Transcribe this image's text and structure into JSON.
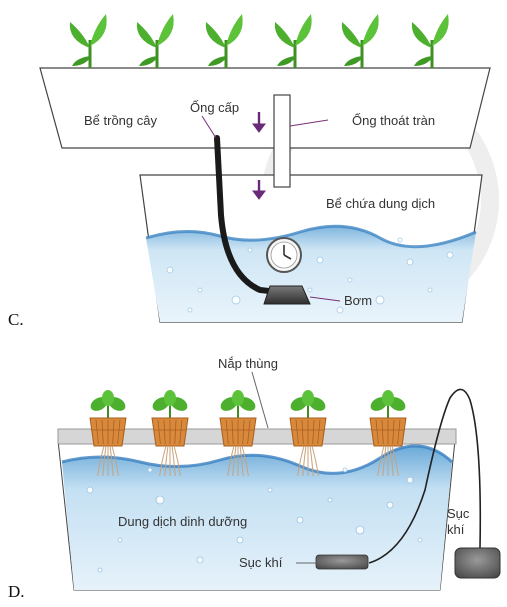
{
  "diagrams": [
    {
      "option_label": "C.",
      "labels": {
        "grow_bed": "Bể trồng cây",
        "supply_pipe": "Ống cấp",
        "overflow_pipe": "Ống thoát tràn",
        "solution_tank": "Bể chứa dung dịch",
        "pump": "Bơm"
      },
      "icons": [
        "seedling-icon",
        "clock-icon",
        "flow-arrow-icon"
      ]
    },
    {
      "option_label": "D.",
      "labels": {
        "lid": "Nắp thùng",
        "nutrient_solution": "Dung dịch dinh dưỡng",
        "aerator_stone": "Sục khí",
        "air_pump": "Sục\nkhí"
      },
      "icons": [
        "plant-icon",
        "air-stone-icon",
        "air-pump-icon"
      ]
    }
  ],
  "colors": {
    "water_light": "#cfe6f5",
    "water_dark": "#5b9fd0",
    "leaf": "#4caf2e",
    "arrow": "#6a2a7a",
    "pipe": "#1a1a1a"
  }
}
